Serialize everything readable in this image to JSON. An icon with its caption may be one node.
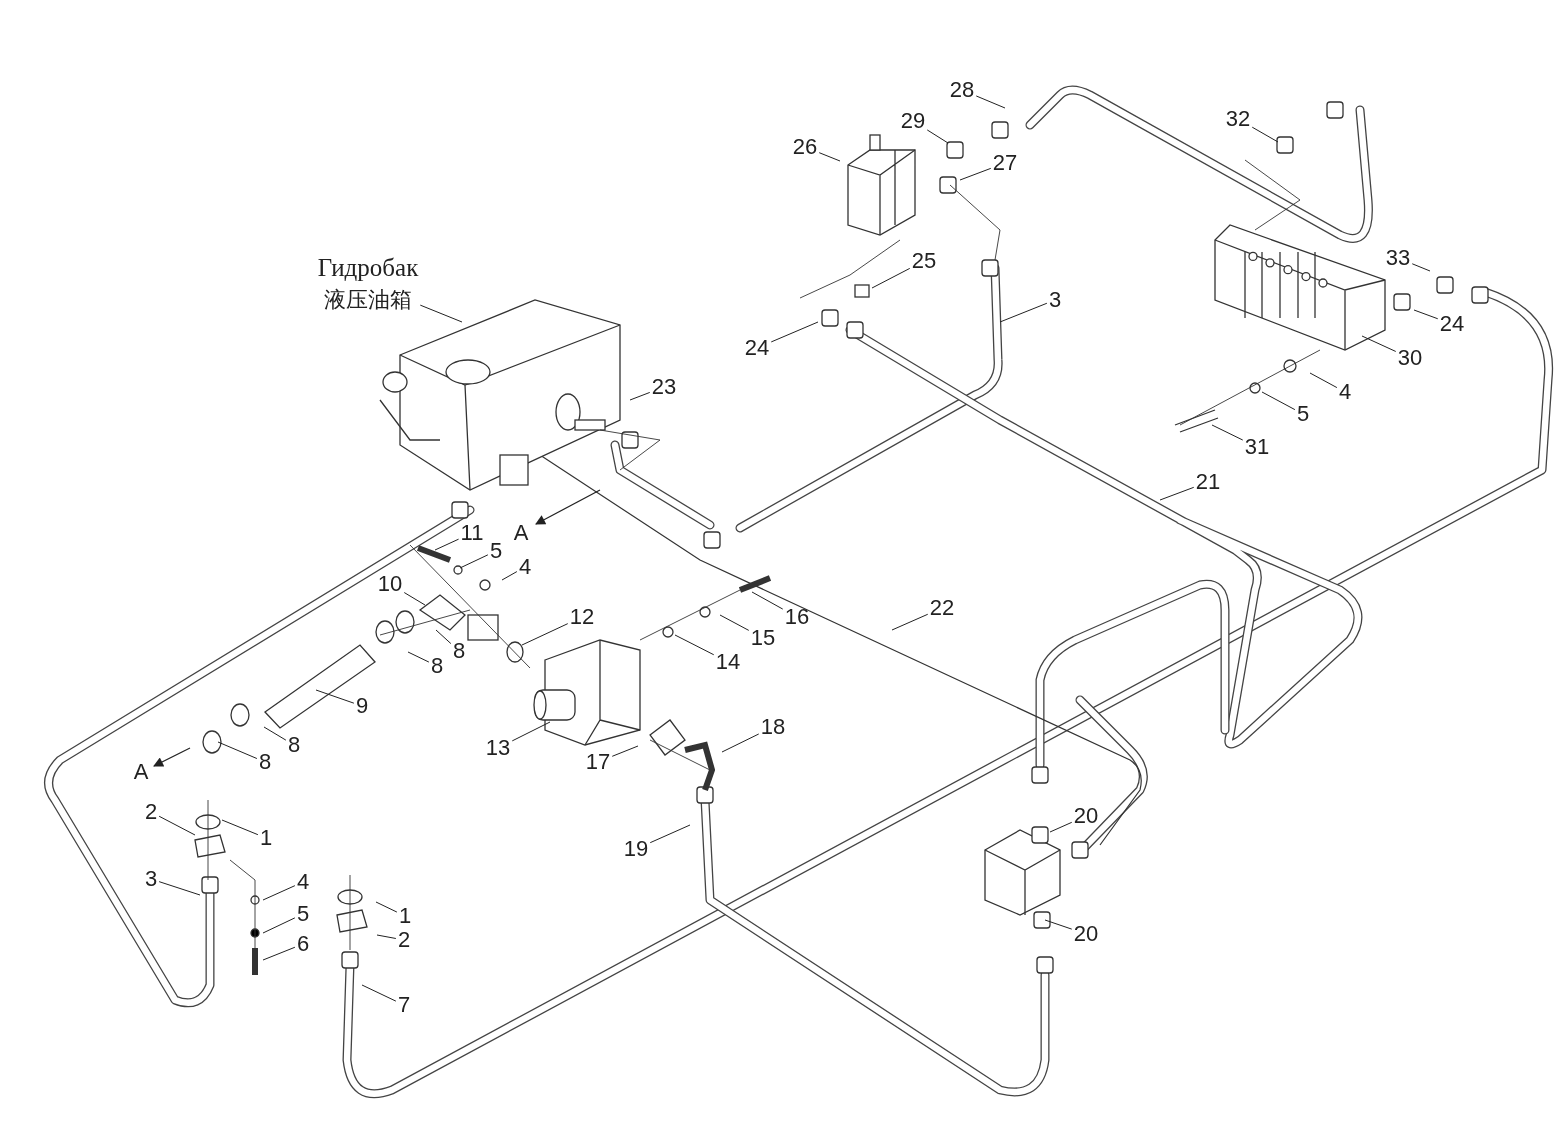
{
  "diagram": {
    "nodes": [
      {
        "text": [
          "Гидробак",
          "液压油箱"
        ]
      },
      {
        "text": [
          "28"
        ]
      },
      {
        "text": [
          "29"
        ]
      },
      {
        "text": [
          "26"
        ]
      },
      {
        "text": [
          "27"
        ]
      },
      {
        "text": [
          "32"
        ]
      },
      {
        "text": [
          "25"
        ]
      },
      {
        "text": [
          "3"
        ]
      },
      {
        "text": [
          "24"
        ]
      },
      {
        "text": [
          "33"
        ]
      },
      {
        "text": [
          "24"
        ]
      },
      {
        "text": [
          "30"
        ]
      },
      {
        "text": [
          "4"
        ]
      },
      {
        "text": [
          "5"
        ]
      },
      {
        "text": [
          "31"
        ]
      },
      {
        "text": [
          "23"
        ]
      },
      {
        "text": [
          "21"
        ]
      },
      {
        "text": [
          "11"
        ]
      },
      {
        "text": [
          "5"
        ]
      },
      {
        "text": [
          "4"
        ]
      },
      {
        "text": [
          "10"
        ]
      },
      {
        "text": [
          "12"
        ]
      },
      {
        "text": [
          "16"
        ]
      },
      {
        "text": [
          "22"
        ]
      },
      {
        "text": [
          "15"
        ]
      },
      {
        "text": [
          "8"
        ]
      },
      {
        "text": [
          "8"
        ]
      },
      {
        "text": [
          "14"
        ]
      },
      {
        "text": [
          "9"
        ]
      },
      {
        "text": [
          "13"
        ]
      },
      {
        "text": [
          "18"
        ]
      },
      {
        "text": [
          "8"
        ]
      },
      {
        "text": [
          "8"
        ]
      },
      {
        "text": [
          "17"
        ]
      },
      {
        "text": [
          "2"
        ]
      },
      {
        "text": [
          "1"
        ]
      },
      {
        "text": [
          "19"
        ]
      },
      {
        "text": [
          "20"
        ]
      },
      {
        "text": [
          "3"
        ]
      },
      {
        "text": [
          "4"
        ]
      },
      {
        "text": [
          "1"
        ]
      },
      {
        "text": [
          "2"
        ]
      },
      {
        "text": [
          "5"
        ]
      },
      {
        "text": [
          "20"
        ]
      },
      {
        "text": [
          "6"
        ]
      },
      {
        "text": [
          "7"
        ]
      }
    ],
    "edges": [
      {
        "from": 0,
        "to": null,
        "arrow": "none"
      },
      {
        "from": 1,
        "to": null,
        "arrow": "none"
      },
      {
        "from": 2,
        "to": null,
        "arrow": "none"
      },
      {
        "from": 3,
        "to": null,
        "arrow": "none"
      },
      {
        "from": 4,
        "to": null,
        "arrow": "none"
      },
      {
        "from": 5,
        "to": null,
        "arrow": "none"
      },
      {
        "from": 6,
        "to": null,
        "arrow": "none"
      },
      {
        "from": 7,
        "to": null,
        "arrow": "none"
      },
      {
        "from": 8,
        "to": null,
        "arrow": "none"
      },
      {
        "from": 9,
        "to": null,
        "arrow": "none"
      },
      {
        "from": 10,
        "to": null,
        "arrow": "none"
      },
      {
        "from": 11,
        "to": null,
        "arrow": "none"
      },
      {
        "from": 12,
        "to": null,
        "arrow": "none"
      },
      {
        "from": 13,
        "to": null,
        "arrow": "none"
      },
      {
        "from": 14,
        "to": null,
        "arrow": "none"
      },
      {
        "from": 15,
        "to": null,
        "arrow": "none"
      },
      {
        "from": 16,
        "to": null,
        "arrow": "none"
      },
      {
        "from": 17,
        "to": null,
        "arrow": "none"
      },
      {
        "from": 18,
        "to": null,
        "arrow": "none"
      },
      {
        "from": 19,
        "to": null,
        "arrow": "none"
      },
      {
        "from": 20,
        "to": null,
        "arrow": "none"
      },
      {
        "from": 21,
        "to": null,
        "arrow": "none"
      },
      {
        "from": 22,
        "to": null,
        "arrow": "none"
      },
      {
        "from": 23,
        "to": null,
        "arrow": "none"
      },
      {
        "from": 24,
        "to": null,
        "arrow": "none"
      },
      {
        "from": 25,
        "to": null,
        "arrow": "none"
      },
      {
        "from": 26,
        "to": null,
        "arrow": "none"
      },
      {
        "from": 27,
        "to": null,
        "arrow": "none"
      },
      {
        "from": 28,
        "to": null,
        "arrow": "none"
      },
      {
        "from": 29,
        "to": null,
        "arrow": "none"
      },
      {
        "from": 30,
        "to": null,
        "arrow": "none"
      },
      {
        "from": 31,
        "to": null,
        "arrow": "none"
      },
      {
        "from": 32,
        "to": null,
        "arrow": "none"
      },
      {
        "from": 33,
        "to": null,
        "arrow": "none"
      },
      {
        "from": 34,
        "to": null,
        "arrow": "none"
      },
      {
        "from": 35,
        "to": null,
        "arrow": "none"
      },
      {
        "from": 36,
        "to": null,
        "arrow": "none"
      },
      {
        "from": 37,
        "to": null,
        "arrow": "none"
      },
      {
        "from": 38,
        "to": null,
        "arrow": "none"
      },
      {
        "from": 39,
        "to": null,
        "arrow": "none"
      },
      {
        "from": 40,
        "to": null,
        "arrow": "none"
      },
      {
        "from": 41,
        "to": null,
        "arrow": "none"
      },
      {
        "from": 42,
        "to": null,
        "arrow": "none"
      },
      {
        "from": 43,
        "to": null,
        "arrow": "none"
      },
      {
        "from": 44,
        "to": null,
        "arrow": "none"
      },
      {
        "from": 45,
        "to": null,
        "arrow": "none"
      }
    ],
    "labels": [
      "A",
      "A"
    ]
  }
}
